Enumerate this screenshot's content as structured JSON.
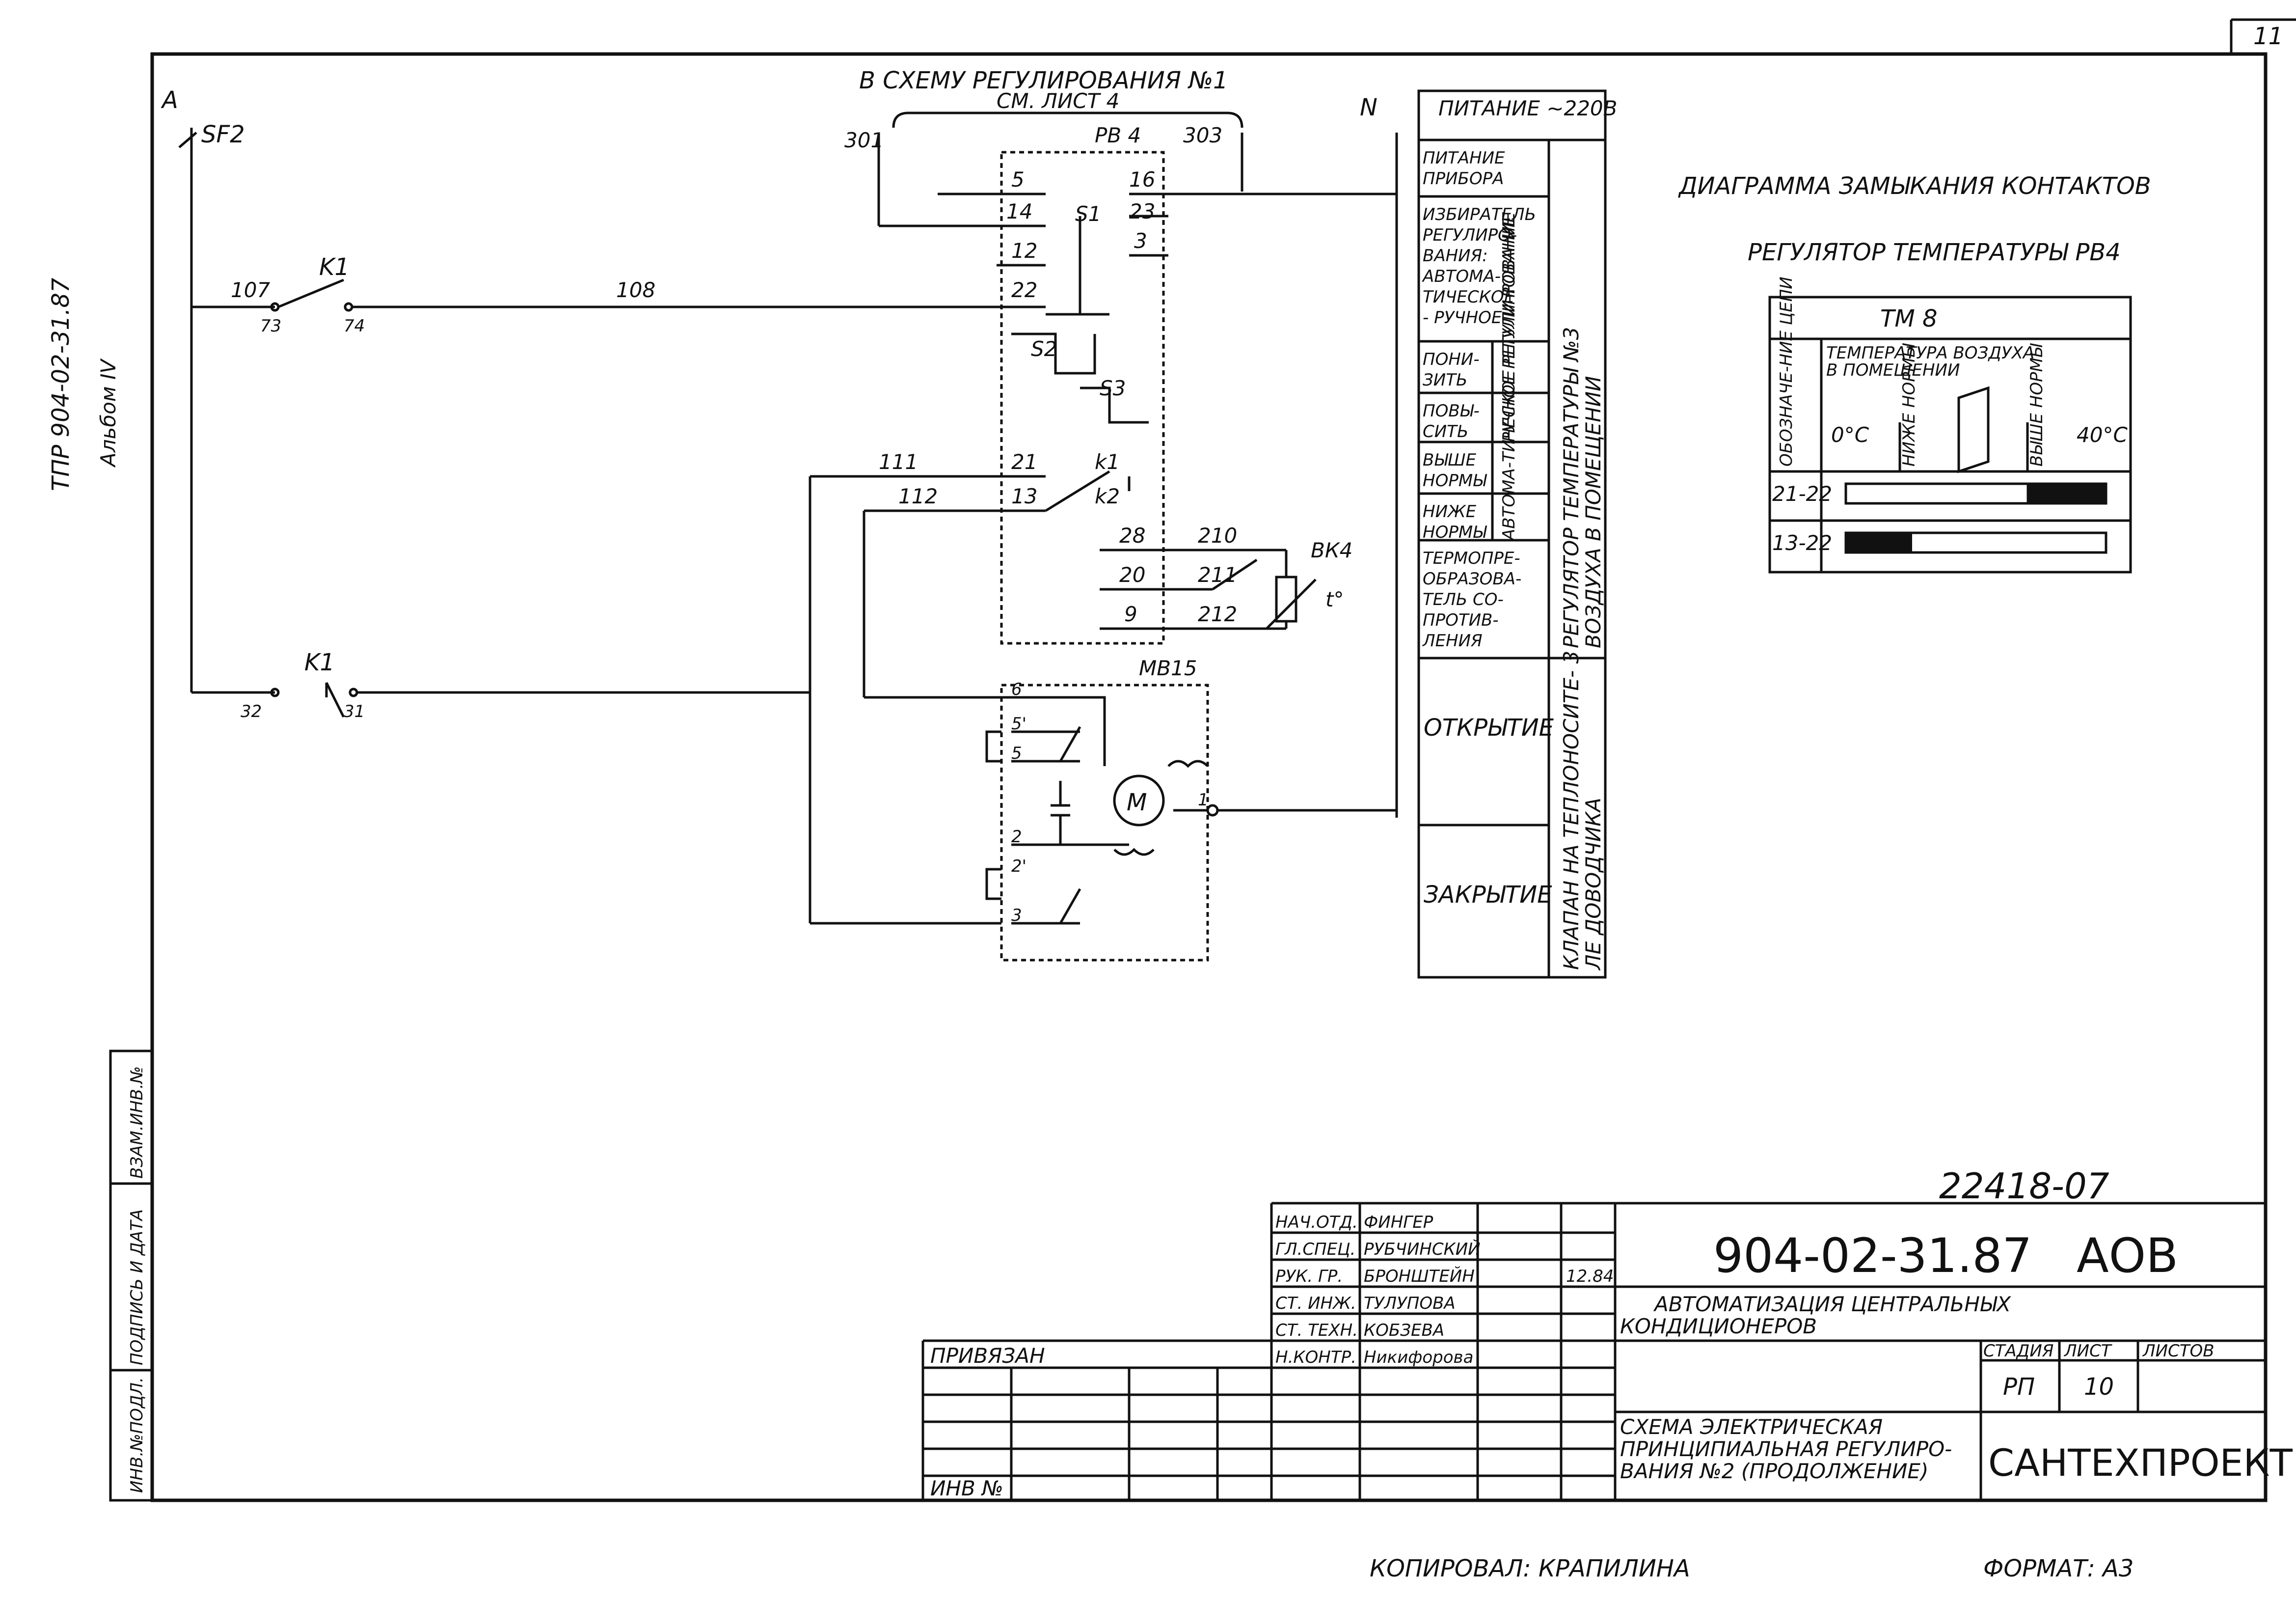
{
  "sheet_corner_number": "11",
  "side_code": "ТПР 904-02-31.87",
  "side_album": "Альбом IV",
  "header_to_scheme": "В СХЕМУ РЕГУЛИРОВАНИЯ №1",
  "header_see_sheet": "СМ. ЛИСТ 4",
  "labels": {
    "A": "A",
    "N": "N",
    "SF2": "SF2",
    "K1_top": "K1",
    "K1_bot": "K1",
    "w107": "107",
    "w108": "108",
    "w111": "111",
    "w112": "112",
    "c73": "73",
    "c74": "74",
    "c32": "32",
    "c31": "31",
    "w301": "301",
    "w303": "303",
    "rv4": "РВ 4",
    "mb15": "МВ15",
    "t5": "5",
    "t16": "16",
    "t14": "14",
    "s1": "S1",
    "t23": "23",
    "t3": "3",
    "t12": "12",
    "t22": "22",
    "s2": "S2",
    "s3": "S3",
    "t21": "21",
    "k1c": "k1",
    "t13": "13",
    "k2c": "k2",
    "t28": "28",
    "t20": "20",
    "t9": "9",
    "w210": "210",
    "w211": "211",
    "w212": "212",
    "bk4": "ВК4",
    "tdeg": "t°",
    "m6": "6",
    "m5p": "5'",
    "m5": "5",
    "m1": "1",
    "m2": "2",
    "m2p": "2'",
    "m3": "3",
    "motor": "M"
  },
  "func_table": {
    "power_title": "ПИТАНИЕ ~220В",
    "rows": [
      [
        "ПИТАНИЕ",
        "ПРИБОРА"
      ],
      [
        "ИЗБИРАТЕЛЬ",
        "РЕГУЛИРО-",
        "ВАНИЯ:",
        "АВТОМА-",
        "ТИЧЕСКОЕ",
        "- РУЧНОЕ"
      ],
      [
        "ПОНИ-",
        "ЗИТЬ"
      ],
      [
        "ПОВЫ-",
        "СИТЬ"
      ],
      [
        "ВЫШЕ",
        "НОРМЫ"
      ],
      [
        "НИЖЕ",
        "НОРМЫ"
      ],
      [
        "ТЕРМОПРЕ-",
        "ОБРАЗОВА-",
        "ТЕЛЬ СО-",
        "ПРОТИВ-",
        "ЛЕНИЯ"
      ],
      [
        "ОТКРЫТИЕ"
      ],
      [
        "ЗАКРЫТИЕ"
      ]
    ],
    "mid_manual": "РУЧНОЕ РЕГУЛИ-РОВАНИЕ",
    "mid_auto": "АВТОМА-ТИЧЕСКОЕ РЕГУЛИ-РОВАНИЕ",
    "vert_reg_a": "РЕГУЛЯТОР ТЕМПЕРАТУРЫ №3",
    "vert_reg_b": "ВОЗДУХА В ПОМЕЩЕНИИ",
    "vert_valve_a": "КЛАПАН НА ТЕПЛОНОСИТЕ- 3",
    "vert_valve_b": "ЛЕ ДОВОДЧИКА"
  },
  "contact_diagram": {
    "title": "ДИАГРАММА ЗАМЫКАНИЯ КОНТАКТОВ",
    "subtitle": "РЕГУЛЯТОР ТЕМПЕРАТУРЫ РВ4",
    "device": "ТМ 8",
    "col_circuit": "ОБОЗНАЧЕ-НИЕ ЦЕПИ",
    "col_temp": "ТЕМПЕРАТУРА ВОЗДУХА",
    "col_temp2": "В ПОМЕЩЕНИИ",
    "t_min": "0°С",
    "below": "НИЖЕ НОРМЫ",
    "above": "ВЫШЕ НОРМЫ",
    "t_max": "40°С",
    "circuits": [
      {
        "name": "21-22",
        "closed_from": 0.7,
        "closed_to": 1.0
      },
      {
        "name": "13-22",
        "closed_from": 0.0,
        "closed_to": 0.25
      }
    ]
  },
  "title_block": {
    "archive_no": "22418-07",
    "doc_code": "904-02-31.87",
    "set_code": "АОВ",
    "project_title_1": "АВТОМАТИЗАЦИЯ ЦЕНТРАЛЬНЫХ",
    "project_title_2": "КОНДИЦИОНЕРОВ",
    "drawing_title_1": "СХЕМА ЭЛЕКТРИЧЕСКАЯ",
    "drawing_title_2": "ПРИНЦИПИАЛЬНАЯ РЕГУЛИРО-",
    "drawing_title_3": "ВАНИЯ №2 (ПРОДОЛЖЕНИЕ)",
    "stage_label": "СТАДИЯ",
    "sheet_label": "ЛИСТ",
    "sheets_label": "ЛИСТОВ",
    "stage": "РП",
    "sheet": "10",
    "org": "САНТЕХПРОЕКТ",
    "date": "12.84",
    "signers": [
      {
        "role": "НАЧ.ОТД.",
        "name": "ФИНГЕР"
      },
      {
        "role": "ГЛ.СПЕЦ.",
        "name": "РУБЧИНСКИЙ"
      },
      {
        "role": "РУК. ГР.",
        "name": "БРОНШТЕЙН"
      },
      {
        "role": "СТ. ИНЖ.",
        "name": "ТУЛУПОВА"
      },
      {
        "role": "СТ. ТЕХН.",
        "name": "КОБЗЕВА"
      },
      {
        "role": "Н.КОНТР.",
        "name": "Никифорова"
      }
    ],
    "bound": "ПРИВЯЗАН",
    "inv": "ИНВ №"
  },
  "side_stamp": [
    "ИНВ.№ПОДЛ.",
    "ПОДПИСЬ И ДАТА",
    "ВЗАМ.ИНВ.№"
  ],
  "copied": "КОПИРОВАЛ: КРАПИЛИНА",
  "format": "ФОРМАТ: А3"
}
